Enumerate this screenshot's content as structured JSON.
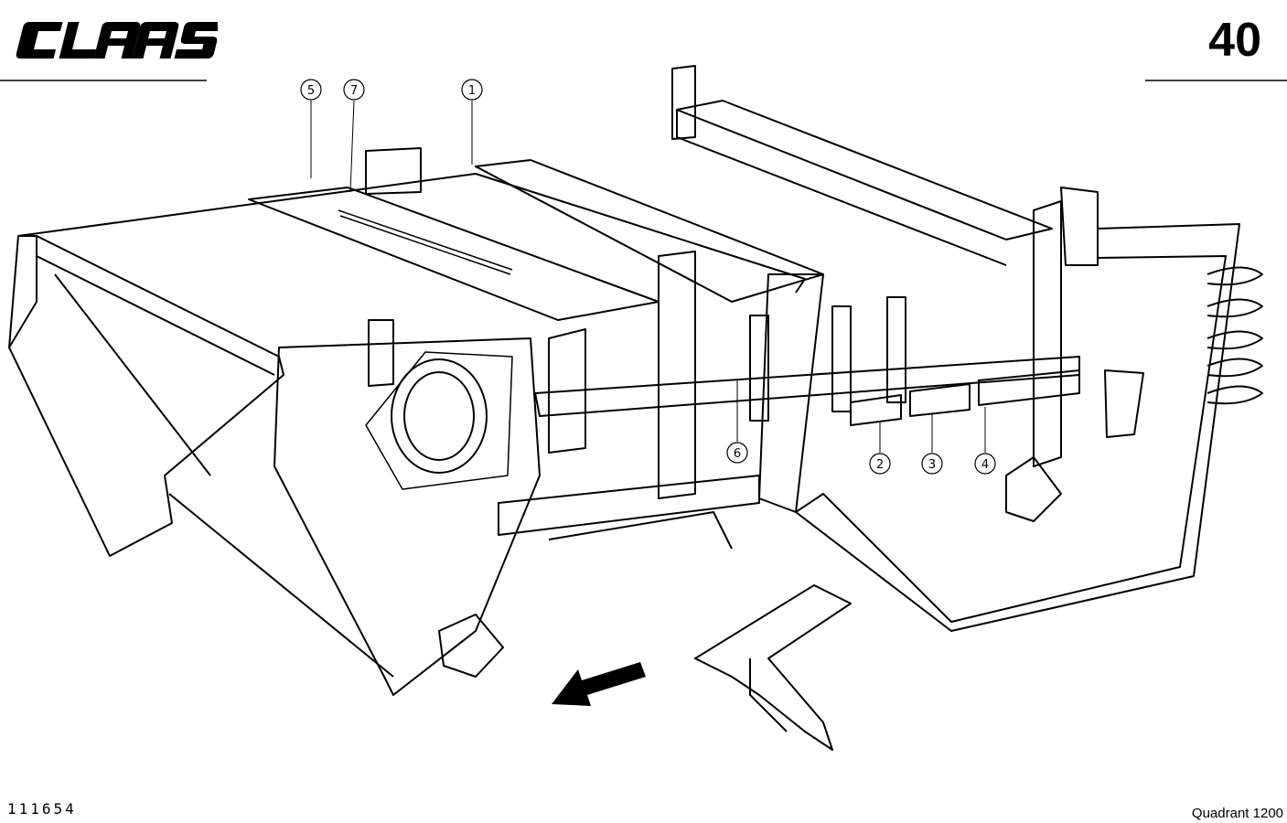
{
  "header": {
    "brand_logo": "CLAAS",
    "page_number": "40"
  },
  "callouts": [
    "1",
    "2",
    "3",
    "4",
    "5",
    "6",
    "7"
  ],
  "footer": {
    "drawing_id": "111654",
    "model": "Quadrant 1200"
  },
  "icons": {
    "direction_arrow": "travel-direction-arrow-icon"
  }
}
